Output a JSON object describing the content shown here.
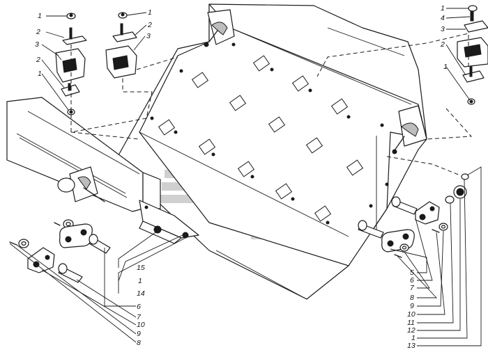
{
  "callouts": {
    "top_left": [
      "1",
      "2",
      "3",
      "2",
      "1"
    ],
    "top_middle": [
      "1",
      "2",
      "3"
    ],
    "top_right": [
      "1",
      "4",
      "3",
      "2",
      "1"
    ],
    "bottom_middle": [
      "15",
      "1",
      "14",
      "6",
      "7",
      "10",
      "9",
      "8"
    ],
    "bottom_right": [
      "5",
      "6",
      "7",
      "8",
      "9",
      "10",
      "11",
      "12",
      "1",
      "13"
    ]
  },
  "watermark_color": "#c8c8c8"
}
